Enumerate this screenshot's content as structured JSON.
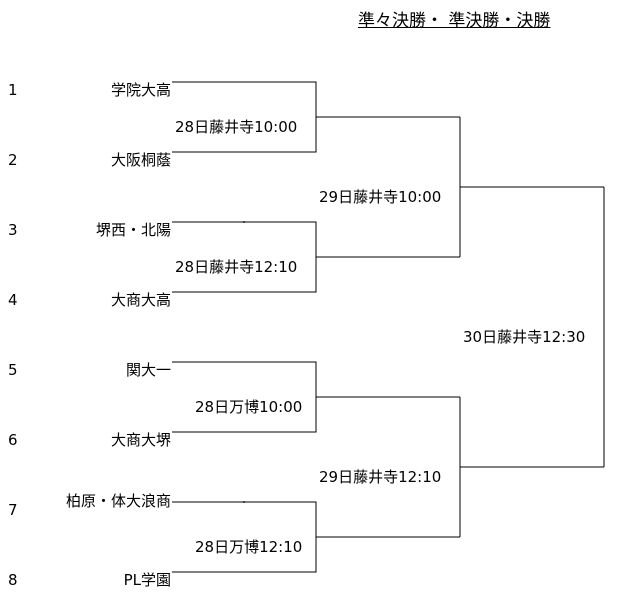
{
  "title": "準々決勝・ 準決勝・決勝",
  "teams": [
    {
      "seed": "1",
      "name": "学院大高"
    },
    {
      "seed": "2",
      "name": "大阪桐蔭"
    },
    {
      "seed": "3",
      "name": "堺西・北陽"
    },
    {
      "seed": "4",
      "name": "大商大高"
    },
    {
      "seed": "5",
      "name": "関大一"
    },
    {
      "seed": "6",
      "name": "大商大堺"
    },
    {
      "seed": "7",
      "name": "柏原・体大浪商"
    },
    {
      "seed": "8",
      "name": "PL学園"
    }
  ],
  "quarterfinals": [
    {
      "label": "28日藤井寺10:00"
    },
    {
      "label": "28日藤井寺12:10"
    },
    {
      "label": "28日万博10:00"
    },
    {
      "label": "28日万博12:10"
    }
  ],
  "semifinals": [
    {
      "label": "29日藤井寺10:00"
    },
    {
      "label": "29日藤井寺12:10"
    }
  ],
  "final": {
    "label": "30日藤井寺12:30"
  }
}
